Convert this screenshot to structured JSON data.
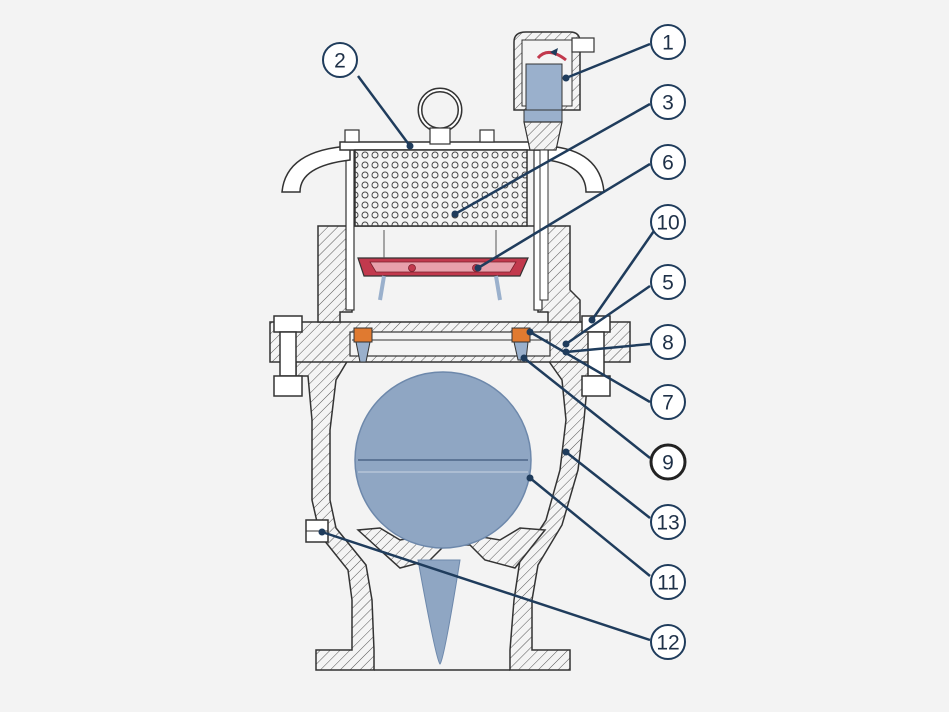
{
  "diagram": {
    "callouts": [
      {
        "id": "1",
        "label": "1"
      },
      {
        "id": "2",
        "label": "2"
      },
      {
        "id": "3",
        "label": "3"
      },
      {
        "id": "6",
        "label": "6"
      },
      {
        "id": "10",
        "label": "10"
      },
      {
        "id": "5",
        "label": "5"
      },
      {
        "id": "8",
        "label": "8"
      },
      {
        "id": "7",
        "label": "7"
      },
      {
        "id": "9",
        "label": "9"
      },
      {
        "id": "13",
        "label": "13"
      },
      {
        "id": "11",
        "label": "11"
      },
      {
        "id": "12",
        "label": "12"
      }
    ],
    "colors": {
      "background": "#f3f3f3",
      "outline": "#333333",
      "hatch": "#555555",
      "leader": "#1f3c5c",
      "float": "#8fa6c3",
      "disc": "#c2394d",
      "seal": "#e07a30",
      "metal": "#f2f2f2"
    }
  }
}
